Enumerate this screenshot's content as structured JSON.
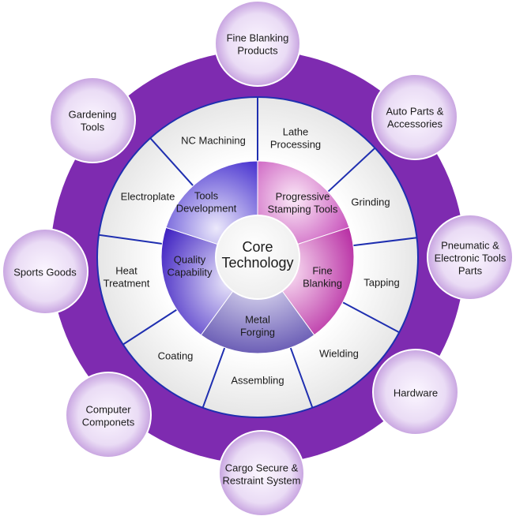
{
  "center": {
    "lines": [
      "Core",
      "Technology"
    ]
  },
  "core_segments": [
    {
      "lines": [
        "Progressive",
        "Stamping Tools"
      ]
    },
    {
      "lines": [
        "Fine",
        "Blanking"
      ]
    },
    {
      "lines": [
        "Metal",
        "Forging"
      ]
    },
    {
      "lines": [
        "Quality",
        "Capability"
      ]
    },
    {
      "lines": [
        "Tools",
        "Development"
      ]
    }
  ],
  "ring_segments": [
    {
      "lines": [
        "Lathe",
        "Processing"
      ]
    },
    {
      "lines": [
        "Grinding"
      ]
    },
    {
      "lines": [
        "Tapping"
      ]
    },
    {
      "lines": [
        "Wielding"
      ]
    },
    {
      "lines": [
        "Assembling"
      ]
    },
    {
      "lines": [
        "Coating"
      ]
    },
    {
      "lines": [
        "Heat",
        "Treatment"
      ]
    },
    {
      "lines": [
        "Electroplate"
      ]
    },
    {
      "lines": [
        "NC Machining"
      ]
    }
  ],
  "bubbles": [
    {
      "lines": [
        "Fine Blanking",
        "Products"
      ]
    },
    {
      "lines": [
        "Auto Parts &",
        "Accessories"
      ]
    },
    {
      "lines": [
        "Pneumatic &",
        "Electronic Tools",
        "Parts"
      ]
    },
    {
      "lines": [
        "Hardware"
      ]
    },
    {
      "lines": [
        "Cargo Secure &",
        "Restraint System"
      ]
    },
    {
      "lines": [
        "Computer",
        "Componets"
      ]
    },
    {
      "lines": [
        "Sports Goods"
      ]
    },
    {
      "lines": [
        "Gardening",
        "Tools"
      ]
    }
  ],
  "colors": {
    "outer_ring": "#7e2bb0",
    "ring_fill": "#f2f2f2",
    "divider": "#1f2fb0",
    "bubble_edge": "#b58ad3",
    "bubble_fill": "#f4ecfa"
  }
}
